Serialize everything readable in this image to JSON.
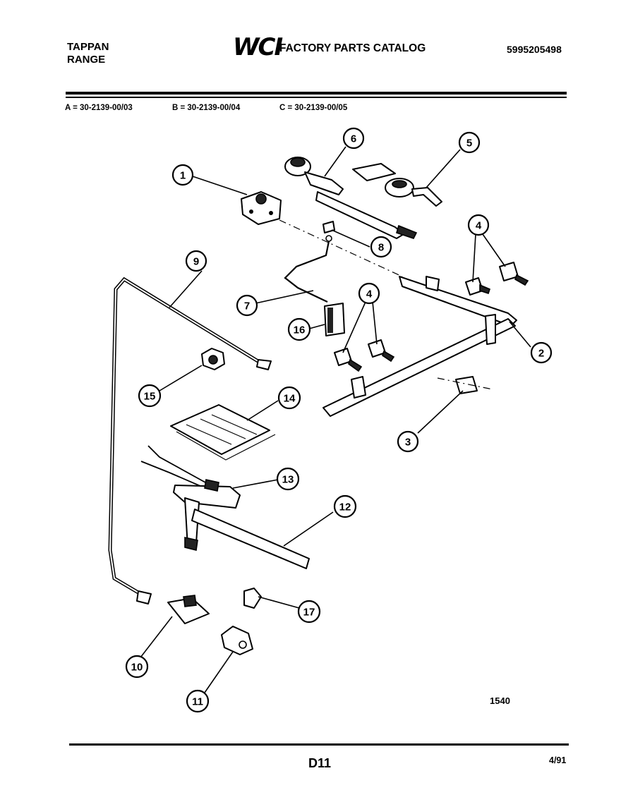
{
  "header": {
    "brand": "TAPPAN",
    "product": "RANGE",
    "logo_text": "WCI",
    "catalog_title": "FACTORY PARTS CATALOG",
    "catalog_number": "5995205498"
  },
  "models": [
    {
      "label": "A = 30-2139-00/03"
    },
    {
      "label": "B = 30-2139-00/04"
    },
    {
      "label": "C = 30-2139-00/05"
    }
  ],
  "diagram": {
    "drawing_number": "1540",
    "callouts": [
      "1",
      "2",
      "3",
      "4",
      "4",
      "5",
      "6",
      "7",
      "8",
      "9",
      "10",
      "11",
      "12",
      "13",
      "14",
      "15",
      "16",
      "17"
    ]
  },
  "footer": {
    "page_code": "D11",
    "date": "4/91"
  }
}
